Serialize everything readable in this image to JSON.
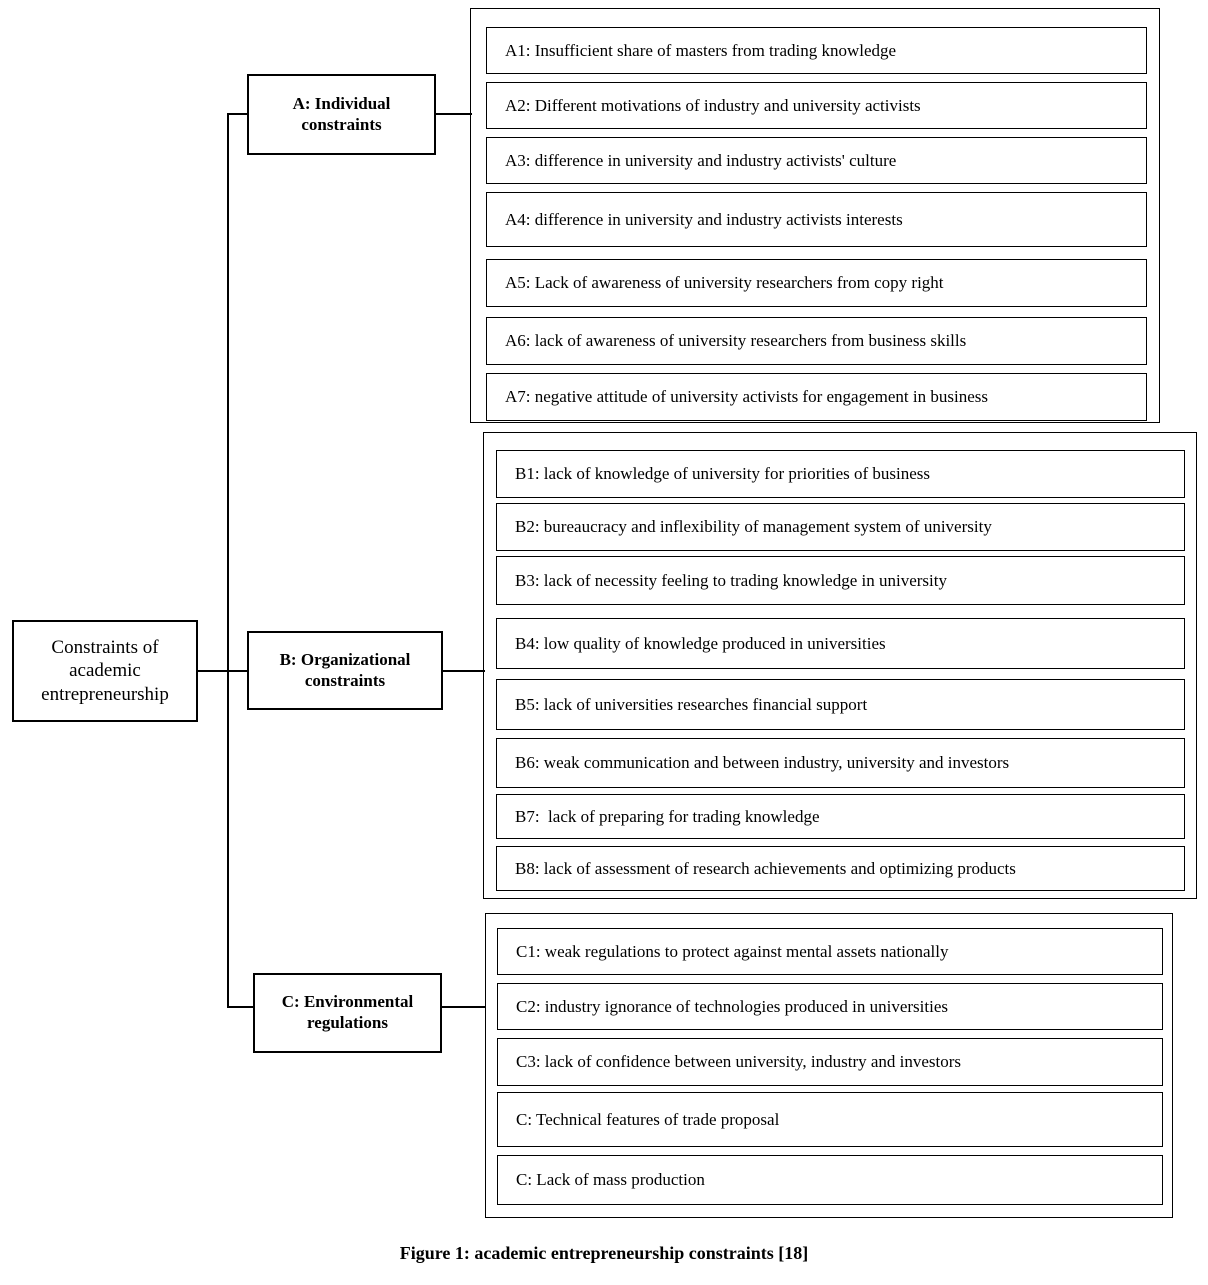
{
  "figure": {
    "caption": "Figure 1: academic entrepreneurship constraints [18]",
    "root": "Constraints of academic entrepreneurship",
    "root_lines": [
      "Constraints of",
      "academic",
      "entrepreneurship"
    ]
  },
  "colors": {
    "stroke": "#000000",
    "background": "#ffffff",
    "text": "#000000"
  },
  "branches": [
    {
      "id": "A",
      "label": "A: Individual constraints",
      "label_lines": [
        "A: Individual",
        "constraints"
      ],
      "items": [
        "A1: Insufficient share of masters from trading knowledge",
        "A2: Different motivations of industry and university activists",
        "A3: difference in university and industry activists' culture",
        "A4: difference in university and industry activists interests",
        "A5: Lack of awareness of university researchers from copy right",
        "A6: lack of awareness of university researchers from business skills",
        "A7: negative attitude of university activists for engagement in business"
      ]
    },
    {
      "id": "B",
      "label": "B: Organizational constraints",
      "label_lines": [
        "B: Organizational",
        "constraints"
      ],
      "items": [
        "B1: lack of knowledge of university for priorities of business",
        "B2: bureaucracy and inflexibility of management system of university",
        "B3: lack of necessity feeling to trading knowledge in university",
        "B4: low quality of knowledge produced in universities",
        "B5: lack of universities researches financial support",
        "B6: weak communication and between industry, university and investors",
        "B7:  lack of preparing for trading knowledge",
        "B8: lack of assessment of research achievements and optimizing products"
      ]
    },
    {
      "id": "C",
      "label": "C: Environmental regulations",
      "label_lines": [
        "C: Environmental",
        "regulations"
      ],
      "items": [
        "C1: weak regulations to protect against mental assets nationally",
        "C2: industry ignorance of technologies produced in universities",
        "C3: lack of confidence between university, industry and investors",
        "C: Technical features of trade proposal",
        "C: Lack of mass production"
      ]
    }
  ]
}
